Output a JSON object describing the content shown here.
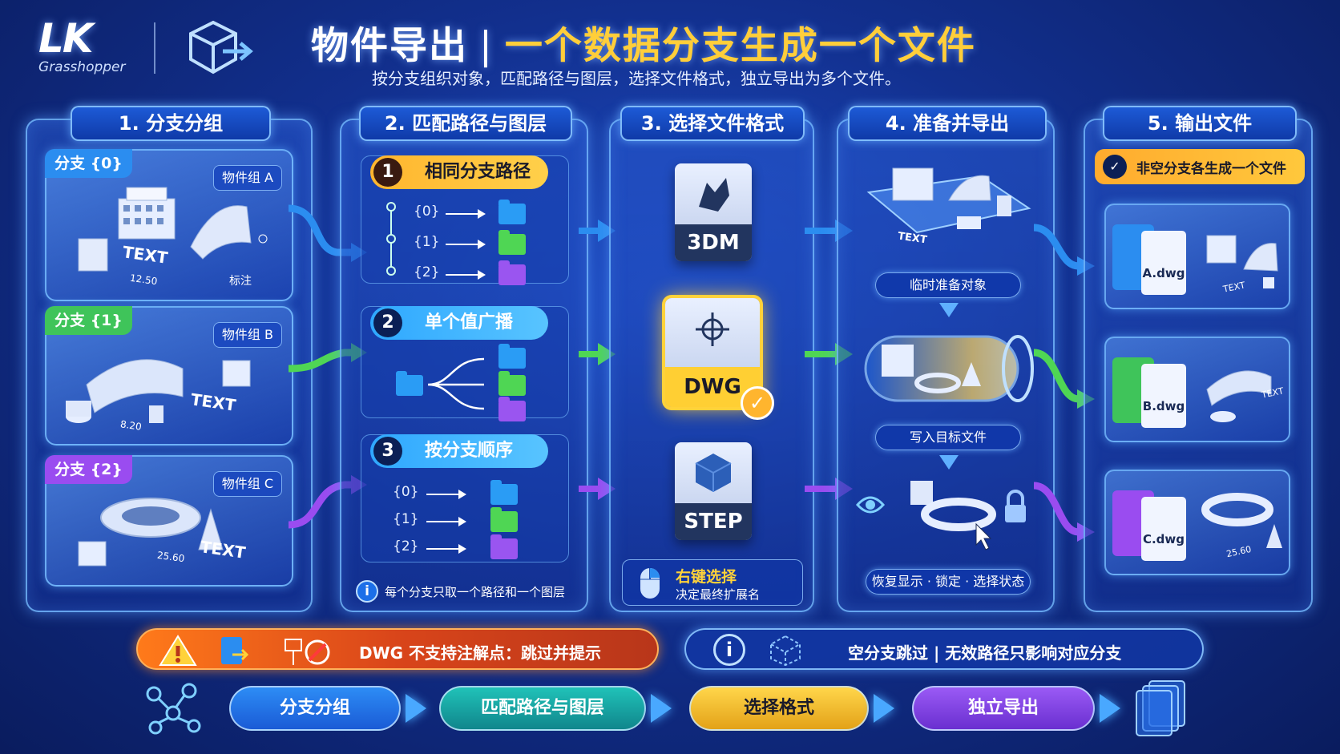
{
  "header": {
    "logo": "LK",
    "logo_sub": "Grasshopper",
    "title_left": "物件导出",
    "title_sep": "|",
    "title_right": "一个数据分支生成一个文件",
    "subtitle": "按分支组织对象，匹配路径与图层，选择文件格式，独立导出为多个文件。"
  },
  "panel1": {
    "title": "1. 分支分组",
    "branches": [
      {
        "tag": "分支 {0}",
        "group": "物件组 A",
        "text": "TEXT",
        "dim": "12.50",
        "note": "标注",
        "color": "#2b8df0"
      },
      {
        "tag": "分支 {1}",
        "group": "物件组 B",
        "text": "TEXT",
        "dim": "8.20",
        "color": "#3fc45a"
      },
      {
        "tag": "分支 {2}",
        "group": "物件组 C",
        "text": "TEXT",
        "dim": "25.60",
        "color": "#9a4cf0"
      }
    ]
  },
  "panel2": {
    "title": "2. 匹配路径与图层",
    "modes": [
      {
        "num": "1",
        "label": "相同分支路径",
        "rows": [
          "{0}",
          "{1}",
          "{2}"
        ]
      },
      {
        "num": "2",
        "label": "单个值广播"
      },
      {
        "num": "3",
        "label": "按分支顺序",
        "rows": [
          "{0}",
          "{1}",
          "{2}"
        ]
      }
    ],
    "info": "每个分支只取一个路径和一个图层"
  },
  "panel3": {
    "title": "3. 选择文件格式",
    "formats": [
      "3DM",
      "DWG",
      "STEP"
    ],
    "hint_title": "右键选择",
    "hint_sub": "决定最终扩展名"
  },
  "panel4": {
    "title": "4. 准备并导出",
    "scene_text": "TEXT",
    "steps": [
      "临时准备对象",
      "写入目标文件",
      "恢复显示 · 锁定 · 选择状态"
    ]
  },
  "panel5": {
    "title": "5. 输出文件",
    "badge": "非空分支各生成一个文件",
    "files": [
      {
        "name": "A.dwg",
        "text": "TEXT",
        "folder": "#2b8df0"
      },
      {
        "name": "B.dwg",
        "text": "TEXT",
        "folder": "#3fc45a"
      },
      {
        "name": "C.dwg",
        "dim": "25.60",
        "folder": "#9a4cf0"
      }
    ]
  },
  "warnings": {
    "dwg": "DWG 不支持注解点：跳过并提示",
    "info": "空分支跳过 | 无效路径只影响对应分支"
  },
  "flow": [
    "分支分组",
    "匹配路径与图层",
    "选择格式",
    "独立导出"
  ]
}
